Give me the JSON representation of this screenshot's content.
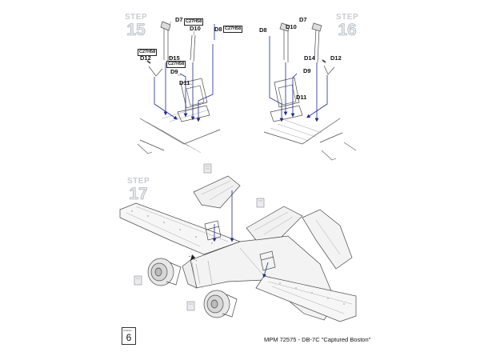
{
  "steps": [
    {
      "label": "STEP",
      "number": "15"
    },
    {
      "label": "STEP",
      "number": "16"
    },
    {
      "label": "STEP",
      "number": "17"
    }
  ],
  "step15": {
    "d7": "D7",
    "c27_1": "C27H58",
    "d10": "D10",
    "d8": "D8",
    "c27_2": "C27H58",
    "c27_3": "C27H58",
    "d12": "D12",
    "d15": "D15",
    "c27_4": "C27H58",
    "d9": "D9",
    "d11": "D11"
  },
  "step16": {
    "d8": "D8",
    "d10": "D10",
    "d7": "D7",
    "d14": "D14",
    "d12": "D12",
    "d9": "D9",
    "d11": "D11"
  },
  "footer": {
    "page_box_label": "Stránka",
    "page_number": "6",
    "title": "MPM 72575 - DB-7C \"Captured Boston\""
  },
  "colors": {
    "linework": "#4a4a4a",
    "assembly_arrow": "#1f2a8a",
    "step_outline": "#9ea3aa"
  }
}
